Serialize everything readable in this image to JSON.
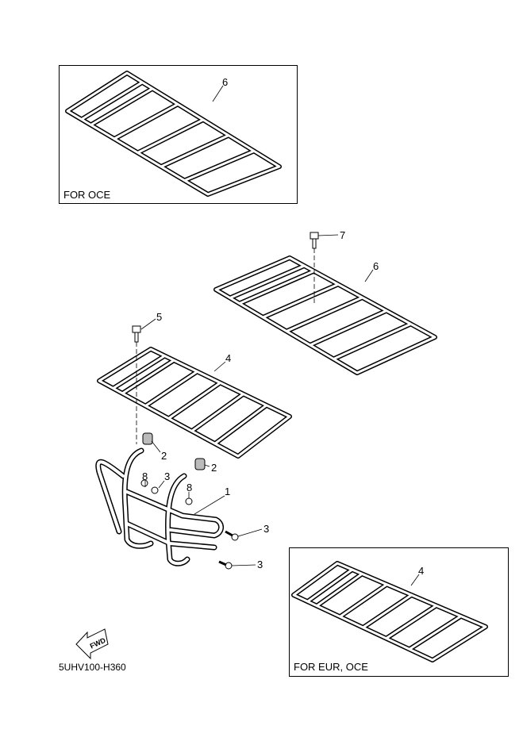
{
  "diagram_code": "5UHV100-H360",
  "fwd_arrow_label": "FWD",
  "insets": [
    {
      "label": "FOR OCE",
      "callouts": [
        "6"
      ]
    },
    {
      "label": "FOR EUR, OCE",
      "callouts": [
        "4"
      ]
    }
  ],
  "callouts": {
    "part7": "7",
    "part6": "6",
    "part5": "5",
    "part4": "4",
    "part2a": "2",
    "part2b": "2",
    "part8a": "8",
    "part8b": "8",
    "part3a": "3",
    "part1": "1",
    "part3b": "3",
    "part3c": "3"
  }
}
